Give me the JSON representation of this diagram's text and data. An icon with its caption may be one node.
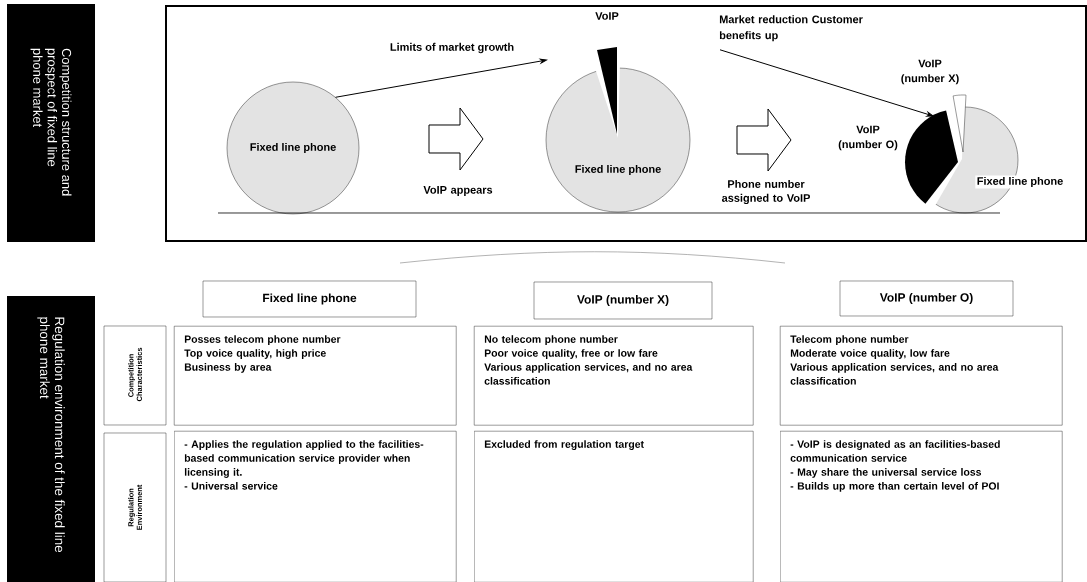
{
  "diagram": {
    "nodes": [
      {
        "text": [
          "Competition structure and prospect of fixed line phone market"
        ]
      },
      {
        "text": [],
        "shape": "box"
      },
      {
        "text": [
          "Fixed line phone"
        ],
        "in": 1
      },
      {
        "text": [],
        "shape": "arrow",
        "in": 1,
        "beside": [
          "VoIP appears"
        ]
      },
      {
        "text": [
          "Fixed line phone"
        ],
        "in": 1,
        "beside": [
          "VoIP"
        ]
      },
      {
        "text": [],
        "shape": "arrow",
        "in": 1,
        "beside": [
          "Phone number assigned to VoIP"
        ]
      },
      {
        "text": [
          "Fixed line phone"
        ],
        "in": 1,
        "beside": [
          "VoIP (number X)",
          "VoIP (number O)"
        ]
      },
      {
        "text": [
          "Regulation environment of the fixed line phone market"
        ]
      },
      {
        "text": [
          "Fixed line phone"
        ]
      },
      {
        "text": [
          "VoIP (number X)"
        ]
      },
      {
        "text": [
          "VoIP (number O)"
        ]
      },
      {
        "text": [
          "Competition Characteristics"
        ]
      },
      {
        "text": [
          "Regulation Environment"
        ]
      },
      {
        "text": [
          "Posses telecom phone number",
          "Top voice quality, high price",
          "Business by area"
        ]
      },
      {
        "text": [
          "No telecom phone number",
          "Poor voice quality, free or low fare",
          "Various application services, and no area classification"
        ]
      },
      {
        "text": [
          "Telecom phone number",
          "Moderate voice quality, low fare",
          "Various application services, and no area classification"
        ]
      },
      {
        "text": [
          "- Applies the regulation applied to the facilities-based communication service provider when licensing it.",
          "- Universal service"
        ]
      },
      {
        "text": [
          "Excluded from regulation target"
        ]
      },
      {
        "text": [
          "- VoIP is designated as an facilities-based communication service",
          "- May share the universal service loss",
          "- Builds up more than certain level of POI"
        ]
      }
    ],
    "edges": [
      {
        "from": 2,
        "to": 4,
        "arrow": "to",
        "label": "Limits of market growth"
      },
      {
        "from": null,
        "to": 6,
        "arrow": "to",
        "label": "Market reduction Customer benefits up"
      }
    ]
  }
}
